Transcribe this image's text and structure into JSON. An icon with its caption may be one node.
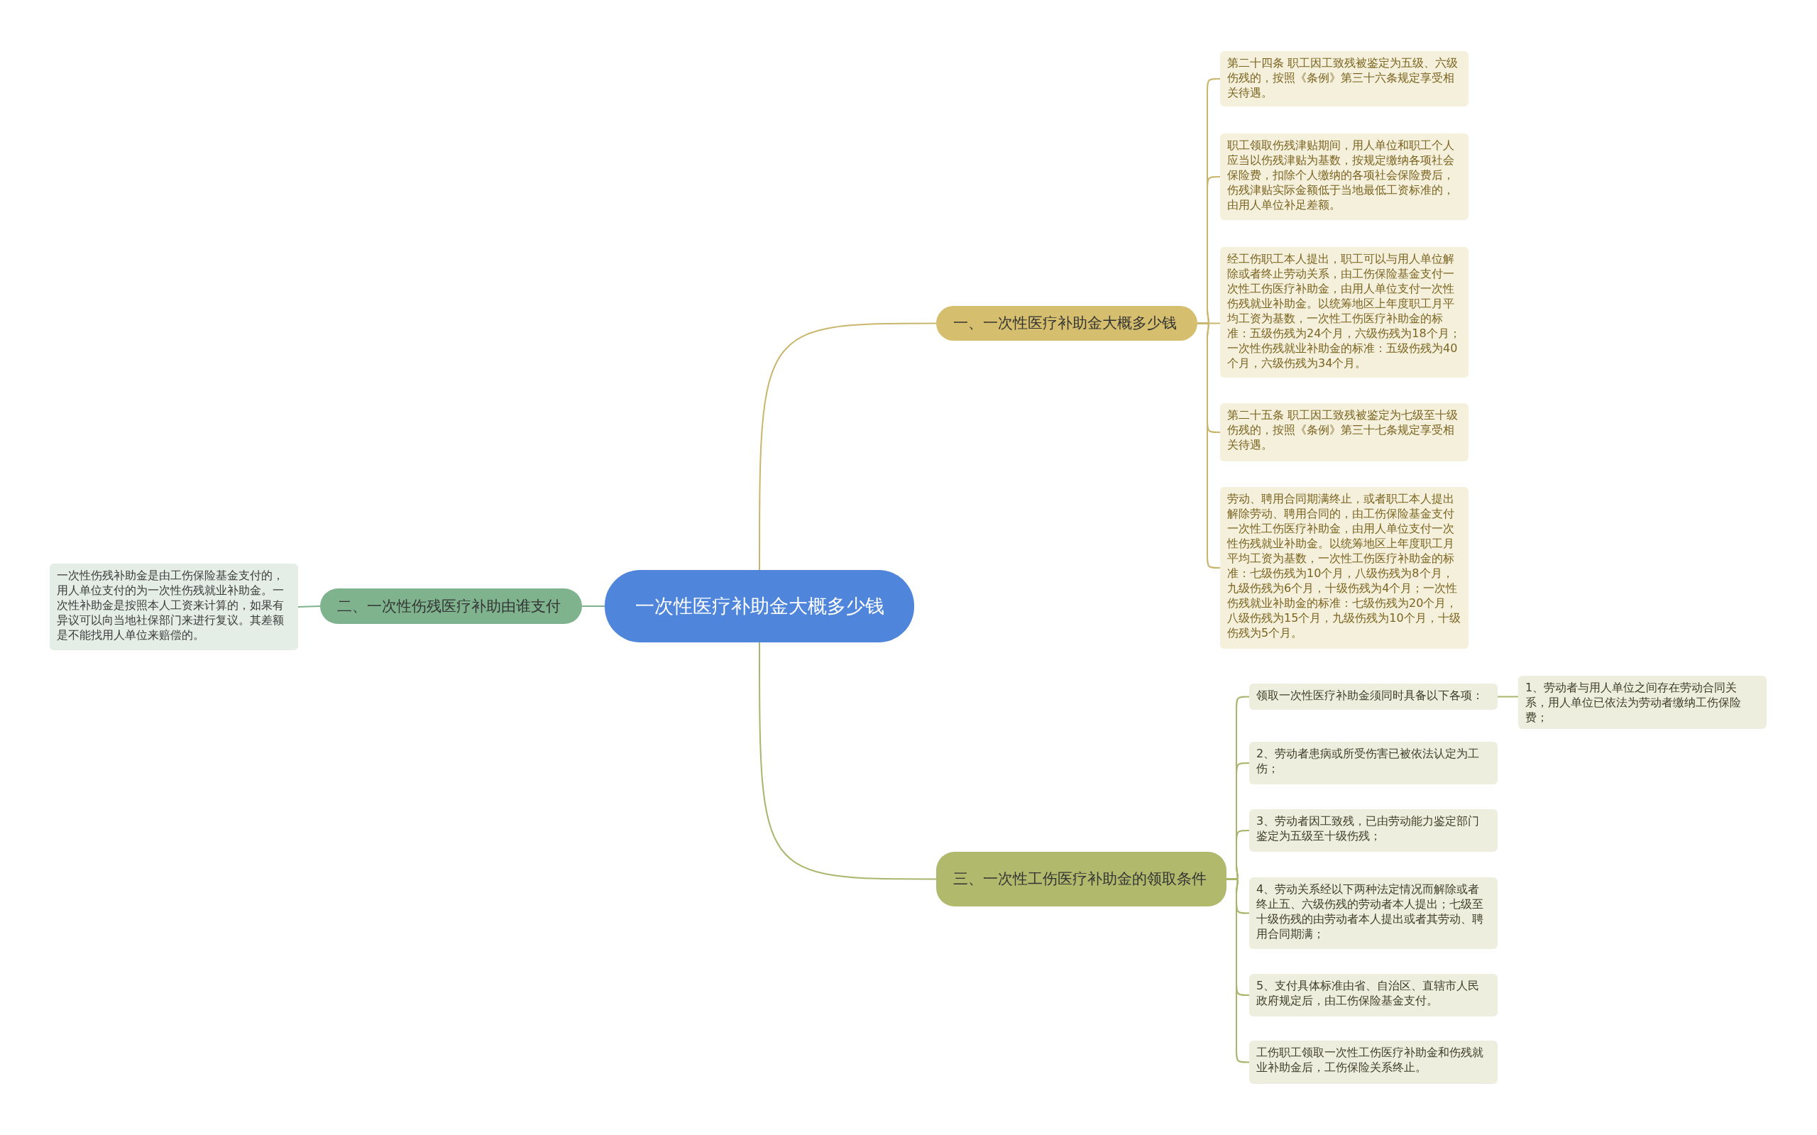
{
  "diagram": {
    "nodes": [
      {
        "text": [
          "一次性医疗补助金大概多少钱"
        ]
      },
      {
        "text": [
          "一、一次性医疗补助金大概多少钱"
        ]
      },
      {
        "text": [
          "第二十四条 职工因工致残被鉴定为五级、六级伤残的，按照《条例》第三十六条规定享受相关待遇。"
        ]
      },
      {
        "text": [
          "职工领取伤残津贴期间，用人单位和职工个人应当以伤残津贴为基数，按规定缴纳各项社会保险费，扣除个人缴纳的各项社会保险费后，伤残津贴实际金额低于当地最低工资标准的，由用人单位补足差额。"
        ]
      },
      {
        "text": [
          "经工伤职工本人提出，职工可以与用人单位解除或者终止劳动关系，由工伤保险基金支付一次性工伤医疗补助金，由用人单位支付一次性伤残就业补助金。以统筹地区上年度职工月平均工资为基数，一次性工伤医疗补助金的标准：五级伤残为24个月，六级伤残为18个月；一次性伤残就业补助金的标准：五级伤残为40个月，六级伤残为34个月。"
        ]
      },
      {
        "text": [
          "第二十五条 职工因工致残被鉴定为七级至十级伤残的，按照《条例》第三十七条规定享受相关待遇。"
        ]
      },
      {
        "text": [
          "劳动、聘用合同期满终止，或者职工本人提出解除劳动、聘用合同的，由工伤保险基金支付一次性工伤医疗补助金，由用人单位支付一次性伤残就业补助金。以统筹地区上年度职工月平均工资为基数，一次性工伤医疗补助金的标准：七级伤残为10个月，八级伤残为8个月，九级伤残为6个月，十级伤残为4个月；一次性伤残就业补助金的标准：七级伤残为20个月，八级伤残为15个月，九级伤残为10个月，十级伤残为5个月。"
        ]
      },
      {
        "text": [
          "二、一次性伤残医疗补助由谁支付"
        ]
      },
      {
        "text": [
          "一次性伤残补助金是由工伤保险基金支付的，用人单位支付的为一次性伤残就业补助金。一次性补助金是按照本人工资来计算的，如果有异议可以向当地社保部门来进行复议。其差额是不能找用人单位来赔偿的。"
        ]
      },
      {
        "text": [
          "三、一次性工伤医疗补助金的领取条件"
        ]
      },
      {
        "text": [
          "领取一次性医疗补助金须同时具备以下各项："
        ]
      },
      {
        "text": [
          "1、劳动者与用人单位之间存在劳动合同关系，用人单位已依法为劳动者缴纳工伤保险费；"
        ]
      },
      {
        "text": [
          "2、劳动者患病或所受伤害已被依法认定为工伤；"
        ]
      },
      {
        "text": [
          "3、劳动者因工致残，已由劳动能力鉴定部门鉴定为五级至十级伤残；"
        ]
      },
      {
        "text": [
          "4、劳动关系经以下两种法定情况而解除或者终止五、六级伤残的劳动者本人提出；七级至十级伤残的由劳动者本人提出或者其劳动、聘用合同期满；"
        ]
      },
      {
        "text": [
          "5、支付具体标准由省、自治区、直辖市人民政府规定后，由工伤保险基金支付。"
        ]
      },
      {
        "text": [
          "工伤职工领取一次性工伤医疗补助金和伤残就业补助金后，工伤保险关系终止。"
        ]
      }
    ],
    "edges": [
      {
        "from": 0,
        "to": 1,
        "arrow": "none",
        "color": "#c9b56c"
      },
      {
        "from": 1,
        "to": 2,
        "arrow": "none",
        "color": "#c9b56c"
      },
      {
        "from": 1,
        "to": 3,
        "arrow": "none",
        "color": "#c9b56c"
      },
      {
        "from": 1,
        "to": 4,
        "arrow": "none",
        "color": "#c9b56c"
      },
      {
        "from": 1,
        "to": 5,
        "arrow": "none",
        "color": "#c9b56c"
      },
      {
        "from": 1,
        "to": 6,
        "arrow": "none",
        "color": "#c9b56c"
      },
      {
        "from": 0,
        "to": 7,
        "arrow": "none",
        "color": "#7fb38e"
      },
      {
        "from": 7,
        "to": 8,
        "arrow": "none",
        "color": "#7fb38e"
      },
      {
        "from": 0,
        "to": 9,
        "arrow": "none"
      },
      {
        "from": 9,
        "to": 10,
        "arrow": "none"
      },
      {
        "from": 10,
        "to": 11,
        "arrow": "none"
      },
      {
        "from": 9,
        "to": 12,
        "arrow": "none"
      },
      {
        "from": 9,
        "to": 13,
        "arrow": "none"
      },
      {
        "from": 9,
        "to": 14,
        "arrow": "none"
      },
      {
        "from": 9,
        "to": 15,
        "arrow": "none"
      },
      {
        "from": 9,
        "to": 16,
        "arrow": "none"
      }
    ]
  }
}
